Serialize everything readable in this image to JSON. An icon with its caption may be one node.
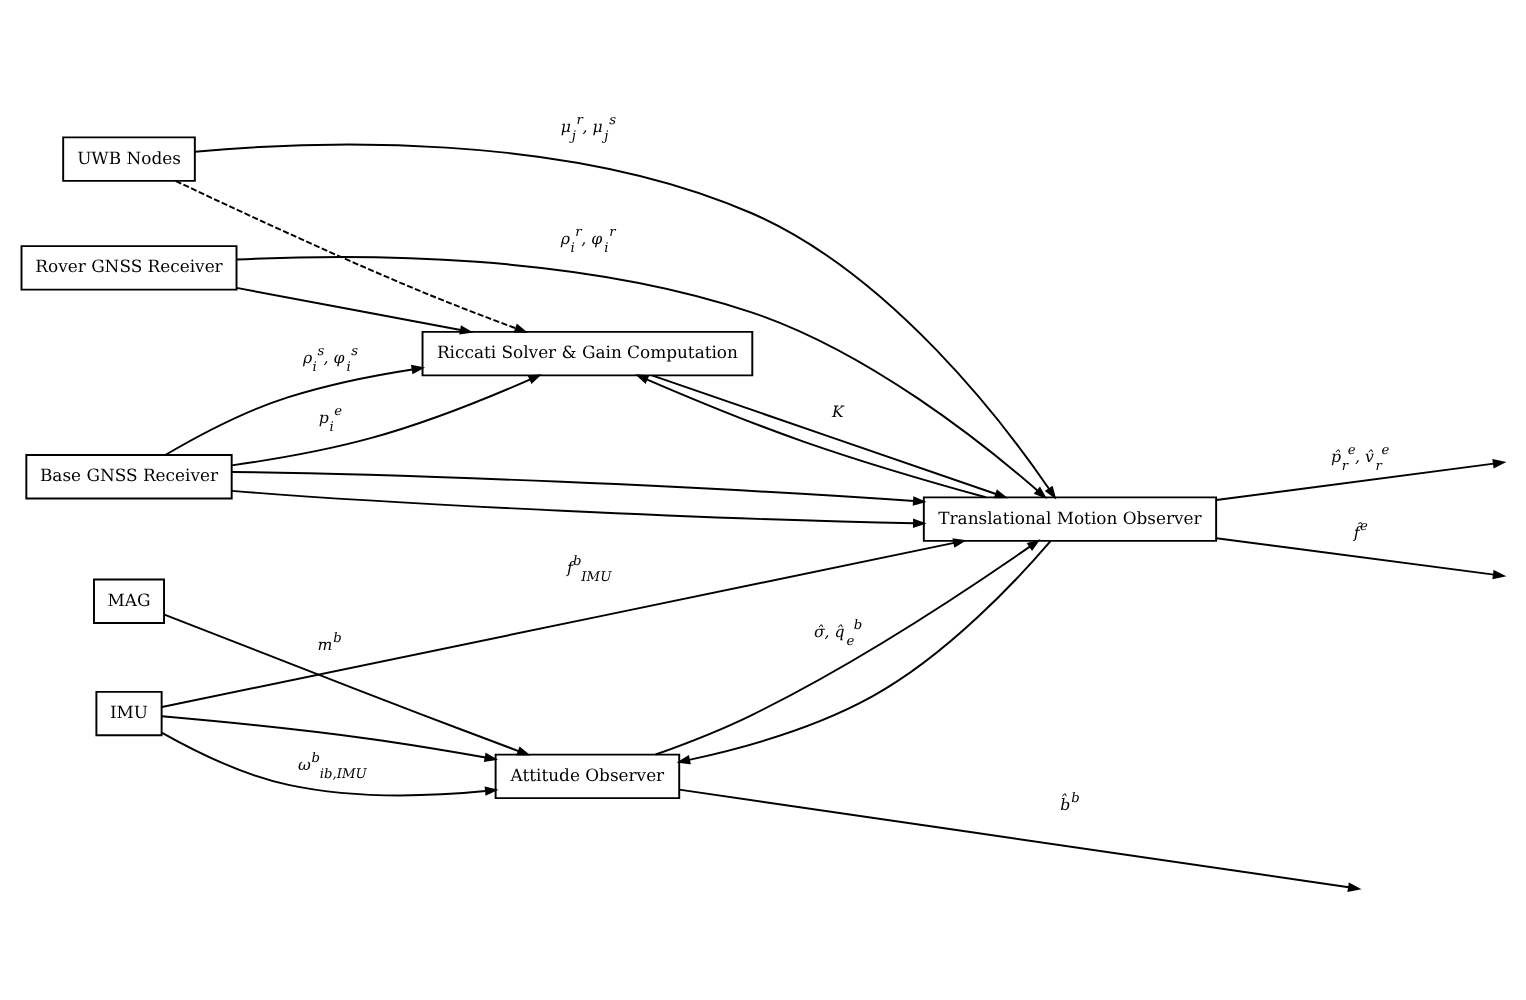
{
  "diagram": {
    "nodes": [
      {
        "text": [
          "UWB Nodes"
        ]
      },
      {
        "text": [
          "Rover GNSS Receiver"
        ]
      },
      {
        "text": [
          "Base GNSS Receiver"
        ]
      },
      {
        "text": [
          "IMU"
        ]
      },
      {
        "text": [
          "MAG"
        ]
      },
      {
        "text": [
          "Riccati Solver & Gain Computation"
        ]
      },
      {
        "text": [
          "Translational Motion Observer"
        ]
      },
      {
        "text": [
          "Attitude Observer"
        ]
      }
    ],
    "edges": [
      {
        "from": 0,
        "to": 5,
        "arrow": "to",
        "style": "dashed"
      },
      {
        "from": 0,
        "to": 6,
        "arrow": "to",
        "label": "μ$_{j}$$^{r}$, μ$_{j}$$^{s}$"
      },
      {
        "from": 1,
        "to": 5,
        "arrow": "to"
      },
      {
        "from": 1,
        "to": 6,
        "arrow": "to",
        "label": "ρ$_{i}$$^{r}$, φ$_{i}$$^{r}$"
      },
      {
        "from": 6,
        "to": 5,
        "arrow": "to"
      },
      {
        "from": 2,
        "to": 5,
        "arrow": "to",
        "label": "p$_{i}$$^{e}$"
      },
      {
        "from": 2,
        "to": 5,
        "arrow": "to",
        "label": "ρ$_{i}$$^{s}$, φ$_{i}$$^{s}$"
      },
      {
        "from": 5,
        "to": 6,
        "arrow": "to",
        "label": "K"
      },
      {
        "from": 2,
        "to": 6,
        "arrow": "to"
      },
      {
        "from": 2,
        "to": 6,
        "arrow": "to"
      },
      {
        "from": 6,
        "to": null,
        "arrow": "to",
        "label": "p̂$_{r}$$^{e}$, v̂$_{r}$$^{e}$"
      },
      {
        "from": 6,
        "to": null,
        "arrow": "to",
        "label": "f̂$^{e}$"
      },
      {
        "from": 3,
        "to": 6,
        "arrow": "to",
        "label": "f$^{b}$$_{IMU}$"
      },
      {
        "from": 3,
        "to": 7,
        "arrow": "to"
      },
      {
        "from": 3,
        "to": 7,
        "arrow": "to",
        "label": "ω$^{b}$$_{ib,IMU}$"
      },
      {
        "from": 4,
        "to": 7,
        "arrow": "to",
        "label": "m$^{b}$"
      },
      {
        "from": 7,
        "to": 6,
        "arrow": "to",
        "label": "σ̂, q̂$_{e}$$^{b}$"
      },
      {
        "from": 7,
        "to": null,
        "arrow": "to",
        "label": "b̂$^{b}$"
      },
      {
        "from": 6,
        "to": 7,
        "arrow": "to"
      }
    ]
  }
}
